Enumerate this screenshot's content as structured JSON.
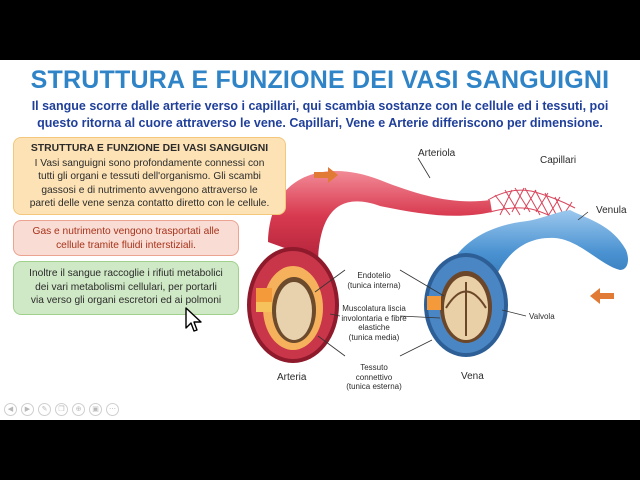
{
  "slide": {
    "title": "STRUTTURA E FUNZIONE DEI VASI SANGUIGNI",
    "subtitle_line1": "Il sangue scorre dalle arterie verso i capillari, qui scambia sostanze con le cellule ed i tessuti, poi",
    "subtitle_line2": "questo ritorna al cuore attraverso le vene. Capillari, Vene e Arterie differiscono per dimensione."
  },
  "boxes": {
    "box1_title": "STRUTTURA E FUNZIONE DEI VASI SANGUIGNI",
    "box1_l1": "I Vasi sanguigni sono profondamente connessi con",
    "box1_l2": "tutti gli organi e tessuti  dell'organismo.  Gli scambi",
    "box1_l3": "gassosi e di nutrimento avvengono attraverso le",
    "box1_l4": "pareti delle vene senza contatto diretto con le cellule.",
    "box2_l1": "Gas e nutrimento vengono trasportati alle",
    "box2_l2": "cellule tramite fluidi interstiziali.",
    "box3_l1": "Inoltre il sangue raccoglie i rifiuti metabolici",
    "box3_l2": "dei vari metabolismi cellulari, per portarli",
    "box3_l3": "via verso gli organi escretori ed ai polmoni"
  },
  "diagram": {
    "arteriola": "Arteriola",
    "capillari": "Capillari",
    "venula": "Venula",
    "arteria": "Arteria",
    "vena": "Vena",
    "valvola": "Valvola",
    "endotelio_l1": "Endotelio",
    "endotelio_l2": "(tunica interna)",
    "muscolatura_l1": "Muscolatura liscia",
    "muscolatura_l2": "involontaria e fibre",
    "muscolatura_l3": "elastiche",
    "muscolatura_l4": "(tunica media)",
    "tessuto_l1": "Tessuto",
    "tessuto_l2": "connettivo",
    "tessuto_l3": "(tunica esterna)"
  },
  "colors": {
    "title": "#2f84c7",
    "subtitle": "#1f3f9a",
    "artery": "#d43a4f",
    "vein": "#3d86c8",
    "arrow": "#e07a35"
  },
  "player": {
    "icons": [
      "prev-icon",
      "play-icon",
      "pen-icon",
      "copy-icon",
      "zoom-icon",
      "subtitle-icon",
      "more-icon"
    ]
  }
}
